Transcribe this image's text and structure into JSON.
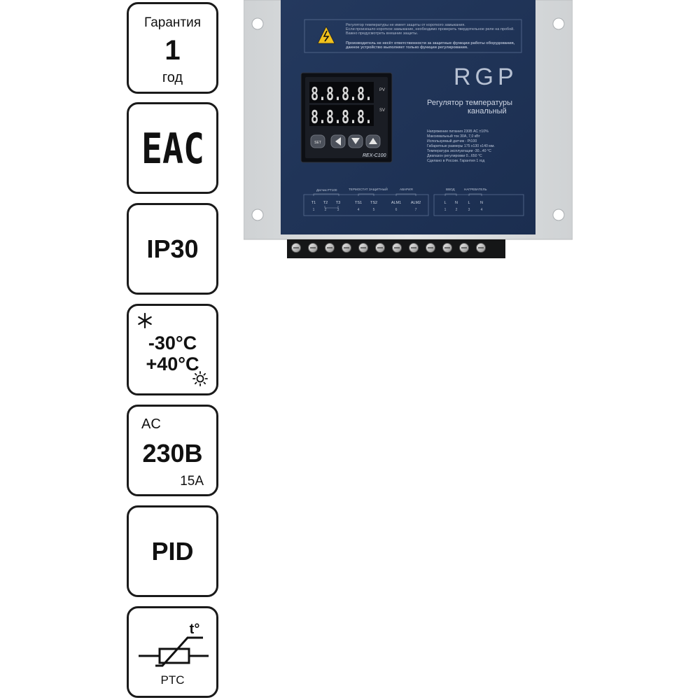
{
  "badges": {
    "warranty": {
      "title": "Гарантия",
      "number": "1",
      "unit": "год"
    },
    "certification": {
      "mark": "EAC"
    },
    "protection": {
      "rating": "IP30"
    },
    "temperature": {
      "cold": "-30°C",
      "hot": "+40°C",
      "cold_icon": "snowflake-icon",
      "hot_icon": "sun-icon"
    },
    "power": {
      "type": "AC",
      "voltage": "230В",
      "current": "15А"
    },
    "control": {
      "mode": "PID"
    },
    "sensor": {
      "symbol": "t°",
      "type": "PTC",
      "icon": "thermistor-icon"
    }
  },
  "device": {
    "warning": {
      "line1": "Регулятор температуры не имеет защиты от короткого замыкания.",
      "line2": "Если произошло короткое замыкание, необходимо проверить твердотельное реле на пробой.",
      "line3": "Важно предусмотреть внешние защиты.",
      "line4": "Производитель не несёт ответственности за защитные функции работы оборудования,",
      "line5": "данное устройство выполняет только функции регулирования."
    },
    "brand": "RGP",
    "product_title_1": "Регулятор температуры",
    "product_title_2": "канальный",
    "specs": [
      "Напряжение питания 230В АС ±10%",
      "Максимальный ток 30А, 7,0 кВт",
      "Используемый датчик - Pt100",
      "Габаритные размеры 175 х130 х140 мм.",
      "Температура эксплуатации -30...40 °С",
      "Диапазон регулировки 0...650 °С",
      "Сделано в России. Гарантия 1 год"
    ],
    "controller": {
      "pv_display": "8.8.8.8.",
      "sv_display": "8.8.8.8.",
      "pv_label": "PV",
      "sv_label": "SV",
      "set_button": "SET",
      "model": "REX-C100"
    },
    "terminal_groups": {
      "sensor": "Датчик PT100",
      "thermostat": "ТЕРМОСТАТ ЗАЩИТНЫЙ",
      "alarm": "АВАРИЯ",
      "input": "ВВОД",
      "heater": "НАГРЕВАТЕЛЬ"
    },
    "terminals_left": [
      {
        "label": "T1",
        "number": "1"
      },
      {
        "label": "T2",
        "number": "2"
      },
      {
        "label": "T3",
        "number": "3"
      },
      {
        "label": "TS1",
        "number": "4"
      },
      {
        "label": "TS2",
        "number": "5"
      },
      {
        "label": "ALM1",
        "number": "6"
      },
      {
        "label": "ALM2",
        "number": "7"
      }
    ],
    "terminals_right": [
      {
        "label": "L",
        "number": "1"
      },
      {
        "label": "N",
        "number": "2"
      },
      {
        "label": "L",
        "number": "3"
      },
      {
        "label": "N",
        "number": "4"
      }
    ],
    "colors": {
      "panel": "#1f3357",
      "frame": "#d9dcde",
      "display_text": "#d9d9d9"
    }
  }
}
